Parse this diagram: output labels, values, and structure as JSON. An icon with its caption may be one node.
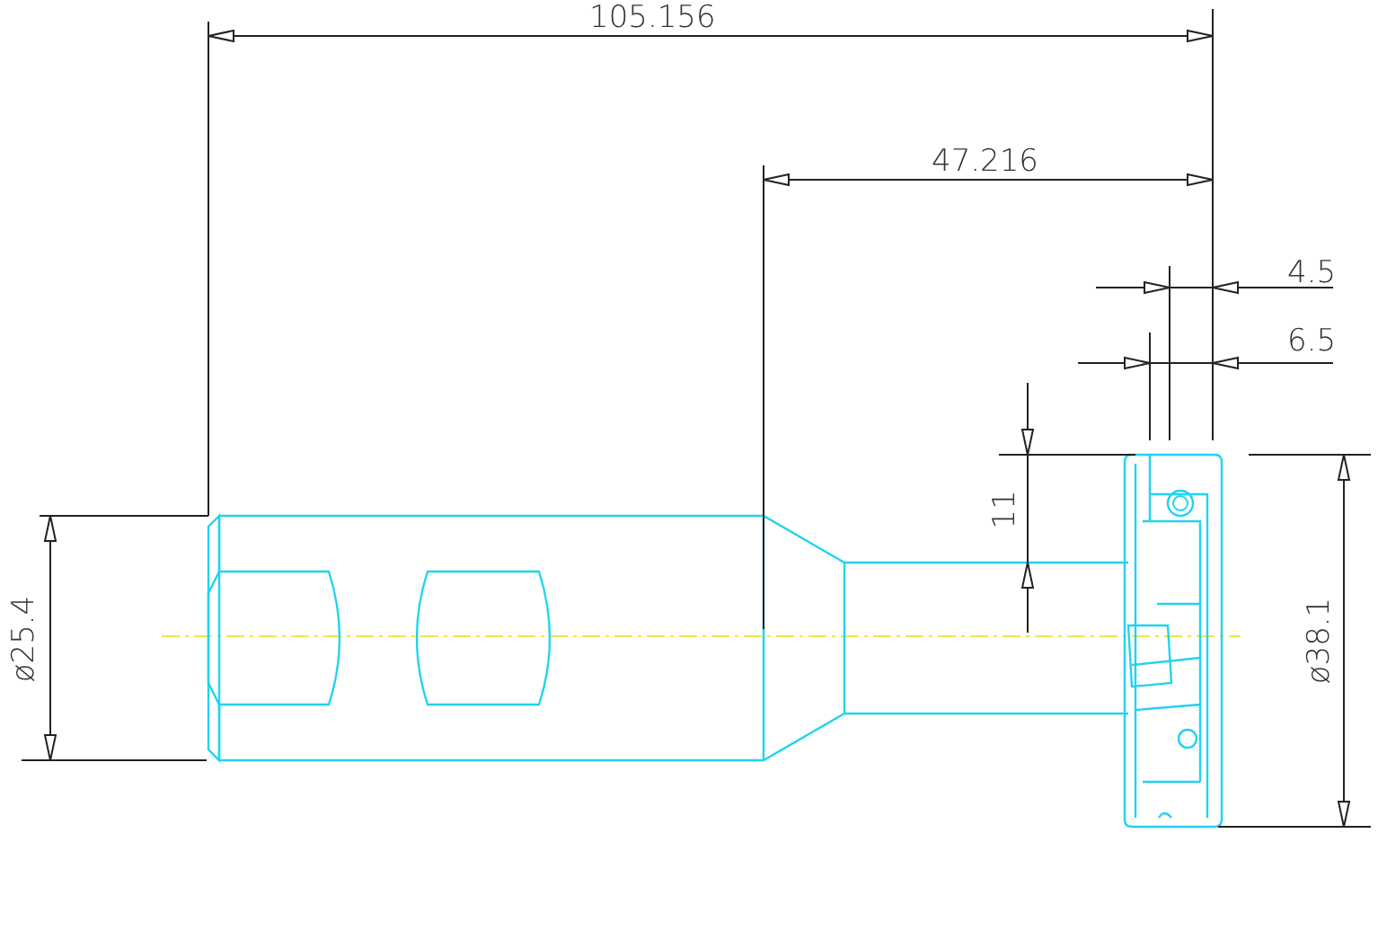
{
  "diagram": {
    "labels": [
      "105.156",
      "47.216",
      "4.5",
      "6.5",
      "11",
      "ø38.1",
      "ø25.4"
    ]
  }
}
